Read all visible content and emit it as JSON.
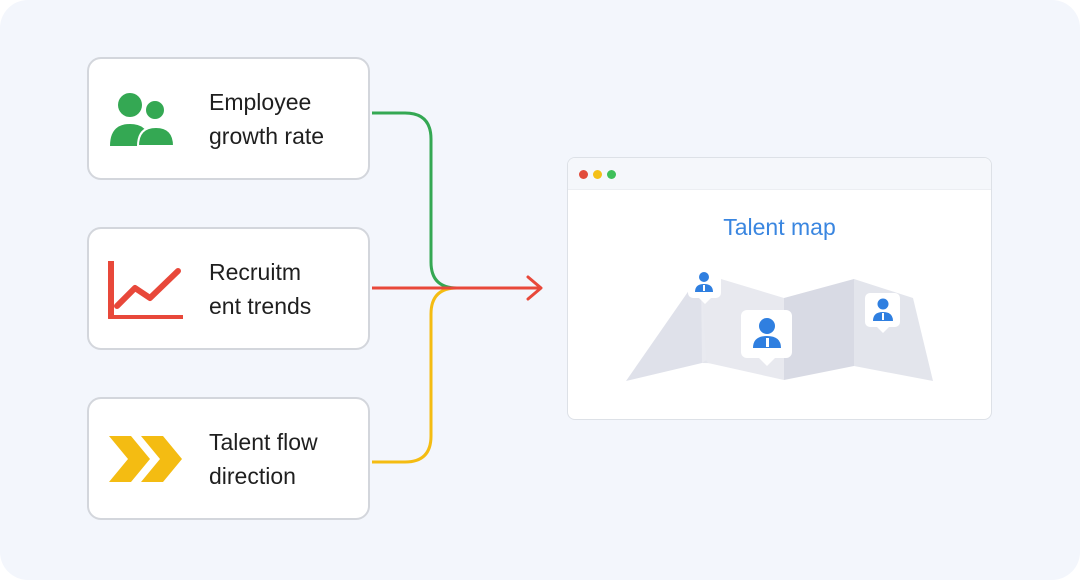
{
  "cards": [
    {
      "label": "Employee\ngrowth rate",
      "icon": "people-icon",
      "color": "#34a853"
    },
    {
      "label": "Recruitm\nent trends",
      "icon": "trend-chart-icon",
      "color": "#e8483a"
    },
    {
      "label": "Talent flow\ndirection",
      "icon": "double-chevron-right-icon",
      "color": "#f4bc12"
    }
  ],
  "window": {
    "title": "Talent map",
    "controls": [
      "close-dot",
      "minimize-dot",
      "maximize-dot"
    ],
    "illustration_icons": [
      "folded-map-icon",
      "person-pin-icon",
      "person-pin-icon",
      "person-pin-icon"
    ],
    "accent": "#2f7fe0"
  },
  "connectors": {
    "colors": {
      "green": "#34a853",
      "red": "#e8483a",
      "yellow": "#f4bc12"
    },
    "arrow": "arrow-right-icon"
  }
}
